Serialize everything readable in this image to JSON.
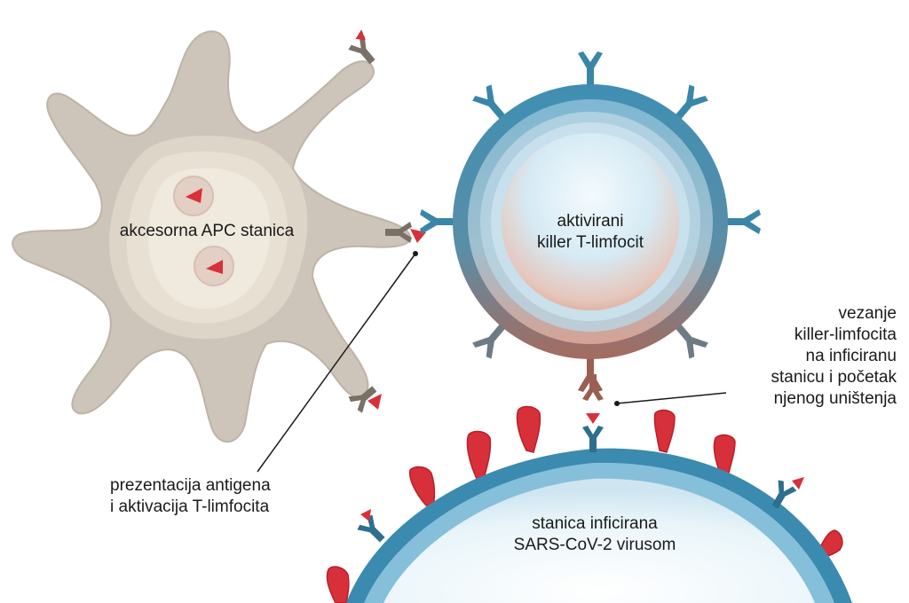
{
  "labels": {
    "apc_cell": "akcesorna APC stanica",
    "t_cell": [
      "aktivirani",
      "killer T-limfocit"
    ],
    "infected_cell": [
      "stanica inficirana",
      "SARS-CoV-2 virusom"
    ],
    "presentation": [
      "prezentacija antigena",
      "i aktivacija T-limfocita"
    ],
    "binding": [
      "vezanje",
      "killer-limfocita",
      "na inficiranu",
      "stanicu i početak",
      "njenog uništenja"
    ]
  },
  "colors": {
    "apc_outer": "#cdc5ba",
    "apc_inner": "#e8e0d3",
    "antigen_red": "#d8303a",
    "tcell_blue": "#3a86a8",
    "tcell_light": "#dcedf5",
    "tcell_warm": "#c98a7a",
    "receptor_dark": "#2e6e8e",
    "infected_blue": "#4a9ac0"
  }
}
